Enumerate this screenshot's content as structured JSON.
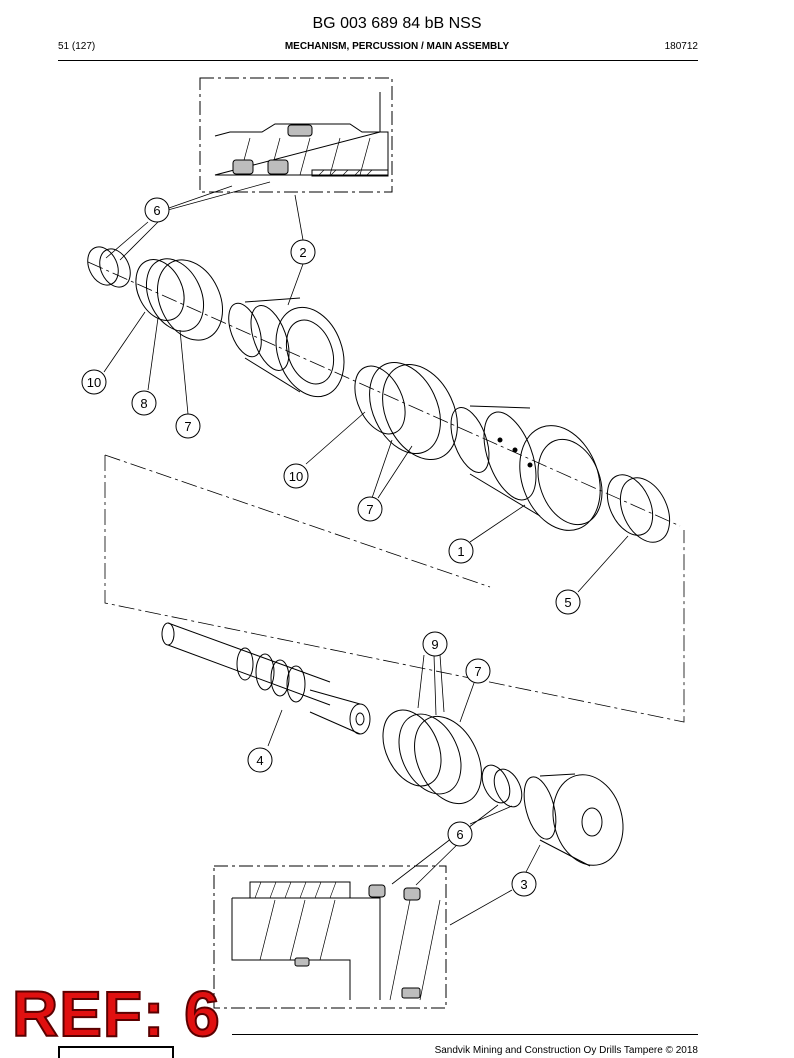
{
  "document": {
    "title": "BG 003 689 84 bB NSS",
    "page": "51 (127)",
    "section": "MECHANISM, PERCUSSION / MAIN ASSEMBLY",
    "date_code": "180712"
  },
  "callouts": [
    {
      "id": "callout-6-top",
      "label": "6"
    },
    {
      "id": "callout-2",
      "label": "2"
    },
    {
      "id": "callout-10-left",
      "label": "10"
    },
    {
      "id": "callout-8",
      "label": "8"
    },
    {
      "id": "callout-7-left",
      "label": "7"
    },
    {
      "id": "callout-10-mid",
      "label": "10"
    },
    {
      "id": "callout-7-mid",
      "label": "7"
    },
    {
      "id": "callout-1",
      "label": "1"
    },
    {
      "id": "callout-5",
      "label": "5"
    },
    {
      "id": "callout-9",
      "label": "9"
    },
    {
      "id": "callout-7-lower",
      "label": "7"
    },
    {
      "id": "callout-4",
      "label": "4"
    },
    {
      "id": "callout-6-bottom",
      "label": "6"
    },
    {
      "id": "callout-3",
      "label": "3"
    }
  ],
  "stamp": {
    "text": "REF: 6",
    "color": "#e01010"
  },
  "footer": {
    "copyright": "Sandvik Mining and Construction Oy Drills Tampere © 2018"
  }
}
